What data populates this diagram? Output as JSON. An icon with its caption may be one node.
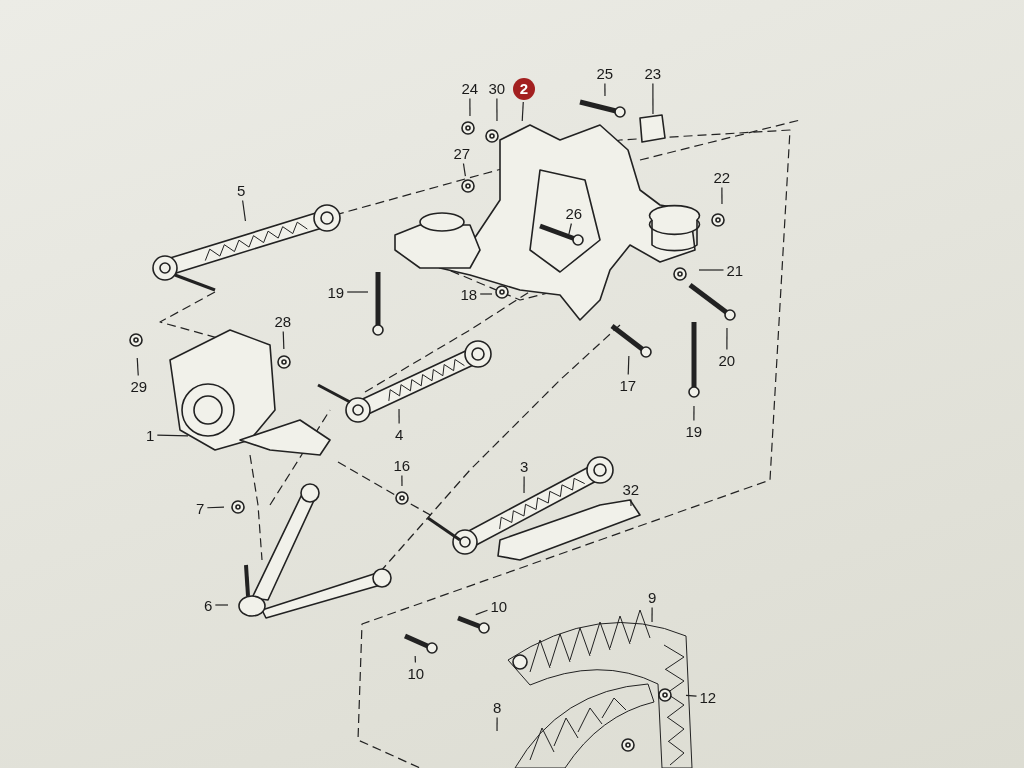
{
  "diagram": {
    "nodes": [
      {
        "text": [
          "24"
        ]
      },
      {
        "text": [
          "30"
        ]
      },
      {
        "text": [
          "2"
        ]
      },
      {
        "text": [
          "25"
        ]
      },
      {
        "text": [
          "23"
        ]
      },
      {
        "text": [
          "27"
        ]
      },
      {
        "text": [
          "5"
        ]
      },
      {
        "text": [
          "22"
        ]
      },
      {
        "text": [
          "26"
        ]
      },
      {
        "text": [
          "19"
        ]
      },
      {
        "text": [
          "18"
        ]
      },
      {
        "text": [
          "21"
        ]
      },
      {
        "text": [
          "28"
        ]
      },
      {
        "text": [
          "29"
        ]
      },
      {
        "text": [
          "20"
        ]
      },
      {
        "text": [
          "17"
        ]
      },
      {
        "text": [
          "4"
        ]
      },
      {
        "text": [
          "19"
        ]
      },
      {
        "text": [
          "1"
        ]
      },
      {
        "text": [
          "16"
        ]
      },
      {
        "text": [
          "3"
        ]
      },
      {
        "text": [
          "32"
        ]
      },
      {
        "text": [
          "7"
        ]
      },
      {
        "text": [
          "6"
        ]
      },
      {
        "text": [
          "10"
        ]
      },
      {
        "text": [
          "9"
        ]
      },
      {
        "text": [
          "10"
        ]
      },
      {
        "text": [
          "12"
        ]
      },
      {
        "text": [
          "8"
        ]
      }
    ],
    "edges": [
      {
        "from": 0,
        "to": null,
        "arrow": "none"
      },
      {
        "from": 1,
        "to": null,
        "arrow": "none"
      },
      {
        "from": 2,
        "to": null,
        "arrow": "none"
      },
      {
        "from": 3,
        "to": null,
        "arrow": "none"
      },
      {
        "from": 4,
        "to": null,
        "arrow": "none"
      },
      {
        "from": 5,
        "to": null,
        "arrow": "none"
      },
      {
        "from": 6,
        "to": null,
        "arrow": "none"
      },
      {
        "from": 7,
        "to": null,
        "arrow": "none"
      },
      {
        "from": 8,
        "to": null,
        "arrow": "none"
      },
      {
        "from": 9,
        "to": null,
        "arrow": "none"
      },
      {
        "from": 10,
        "to": null,
        "arrow": "none"
      },
      {
        "from": 11,
        "to": null,
        "arrow": "none"
      },
      {
        "from": 12,
        "to": null,
        "arrow": "none"
      },
      {
        "from": 13,
        "to": null,
        "arrow": "none"
      },
      {
        "from": 14,
        "to": null,
        "arrow": "none"
      },
      {
        "from": 15,
        "to": null,
        "arrow": "none"
      },
      {
        "from": 16,
        "to": null,
        "arrow": "none"
      },
      {
        "from": 17,
        "to": null,
        "arrow": "none"
      },
      {
        "from": 18,
        "to": null,
        "arrow": "none"
      },
      {
        "from": 19,
        "to": null,
        "arrow": "none"
      },
      {
        "from": 20,
        "to": null,
        "arrow": "none"
      },
      {
        "from": 21,
        "to": null,
        "arrow": "none"
      },
      {
        "from": 22,
        "to": null,
        "arrow": "none"
      },
      {
        "from": 23,
        "to": null,
        "arrow": "none"
      },
      {
        "from": 24,
        "to": null,
        "arrow": "none"
      },
      {
        "from": 25,
        "to": null,
        "arrow": "none"
      },
      {
        "from": 26,
        "to": null,
        "arrow": "none"
      },
      {
        "from": 27,
        "to": null,
        "arrow": "none"
      },
      {
        "from": 28,
        "to": null,
        "arrow": "none"
      }
    ]
  }
}
